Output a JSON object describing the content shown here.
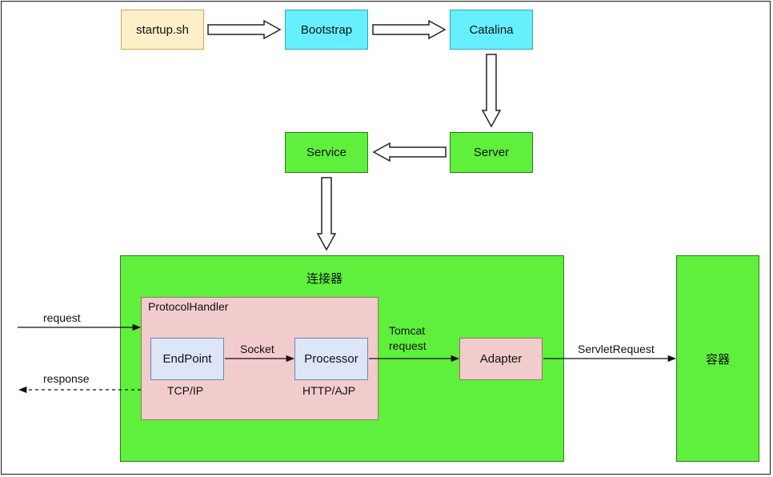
{
  "nodes": {
    "startup": "startup.sh",
    "bootstrap": "Bootstrap",
    "catalina": "Catalina",
    "server": "Server",
    "service": "Service",
    "connector": "连接器",
    "protocol_handler": "ProtocolHandler",
    "endpoint": "EndPoint",
    "processor": "Processor",
    "adapter": "Adapter",
    "container": "容器"
  },
  "labels": {
    "request": "request",
    "response": "response",
    "socket": "Socket",
    "tcp_ip": "TCP/IP",
    "http_ajp": "HTTP/AJP",
    "tomcat_request_1": "Tomcat",
    "tomcat_request_2": "request",
    "servlet_request": "ServletRequest"
  },
  "colors": {
    "startup_fill": "#fdf0c8",
    "bootstrap_fill": "#66f0ff",
    "green_fill": "#5ef03c",
    "pink_fill": "#f2cccc",
    "blue_fill": "#dde6f8"
  }
}
